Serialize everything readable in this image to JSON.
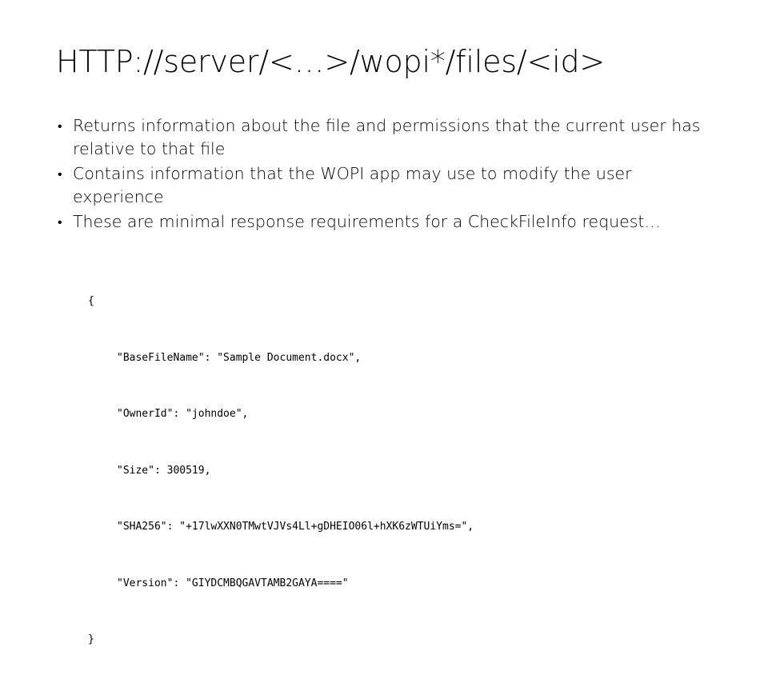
{
  "slide": {
    "title": "HTTP://server/<…>/wopi*/files/<id>",
    "background_color": "#ffffff",
    "text_color": "#000000",
    "bullet_marker": "•",
    "bullets": [
      {
        "text": "Returns information about the file and permissions that the current user has relative to that file"
      },
      {
        "text": "Contains information that the WOPI app may use to modify the user experience"
      },
      {
        "text": "These are minimal response requirements for a CheckFileInfo request…"
      }
    ],
    "code": {
      "open_brace": "{",
      "close_brace": "}",
      "lines": [
        "\"BaseFileName\": \"Sample Document.docx\",",
        "\"OwnerId\": \"johndoe\",",
        "\"Size\": 300519,",
        "\"SHA256\": \"+17lwXXN0TMwtVJVs4Ll+gDHEIO06l+hXK6zWTUiYms=\",",
        "\"Version\": \"GIYDCMBQGAVTAMB2GAYA====\""
      ]
    }
  }
}
